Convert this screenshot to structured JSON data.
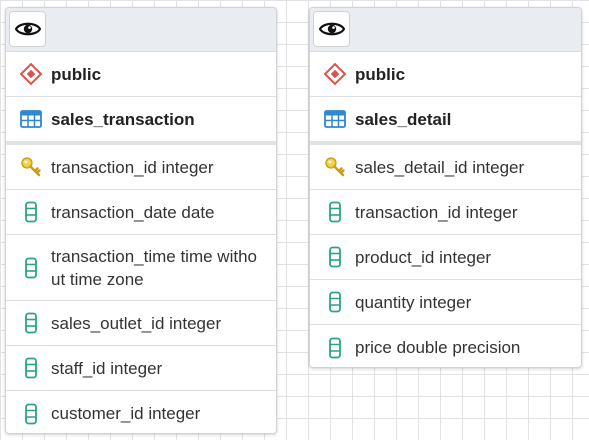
{
  "tables": [
    {
      "schema": "public",
      "name": "sales_transaction",
      "columns": [
        {
          "label": "transaction_id integer",
          "kind": "primary-key"
        },
        {
          "label": "transaction_date date",
          "kind": "column"
        },
        {
          "label": "transaction_time time without time zone",
          "line1": "transaction_time time witho",
          "line2": "ut time zone",
          "kind": "column"
        },
        {
          "label": "sales_outlet_id integer",
          "kind": "column"
        },
        {
          "label": "staff_id integer",
          "kind": "column"
        },
        {
          "label": "customer_id integer",
          "kind": "column"
        }
      ]
    },
    {
      "schema": "public",
      "name": "sales_detail",
      "columns": [
        {
          "label": "sales_detail_id integer",
          "kind": "primary-key"
        },
        {
          "label": "transaction_id integer",
          "kind": "column"
        },
        {
          "label": "product_id integer",
          "kind": "column"
        },
        {
          "label": "quantity integer",
          "kind": "column"
        },
        {
          "label": "price double precision",
          "kind": "column"
        }
      ]
    }
  ],
  "colors": {
    "schema_icon": "#d9534f",
    "table_icon": "#2f88d0",
    "key_icon": "#e5b82f",
    "column_icon": "#2aa388",
    "header_bg": "#e9ecf0"
  },
  "icons": {
    "view": "eye-icon",
    "schema": "schema-diamond-icon",
    "table": "table-grid-icon",
    "primary_key": "key-icon",
    "column": "column-cylinder-icon"
  }
}
